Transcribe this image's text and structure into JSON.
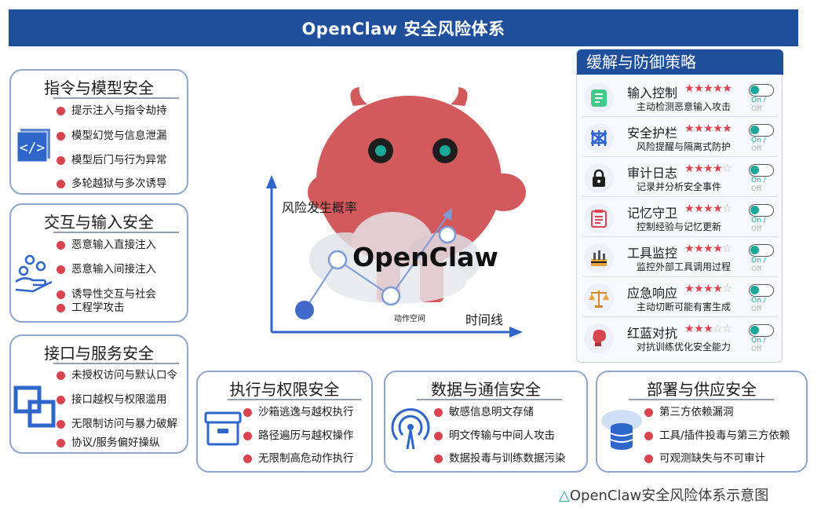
{
  "title": "OpenClaw 安全风险体系",
  "center": {
    "logo": "OpenClaw",
    "y_axis_label": "风险发生概率",
    "x_axis_label": "时间线",
    "point_label": "动作空间"
  },
  "cards": {
    "instruction": {
      "title": "指令与模型安全",
      "items": [
        "提示注入与指令劫持",
        "模型幻觉与信息泄漏",
        "模型后门与行为异常",
        "多轮越狱与多次诱导"
      ]
    },
    "interaction": {
      "title": "交互与输入安全",
      "items": [
        "恶意输入直接注入",
        "恶意输入间接注入",
        "诱导性交互与社会",
        "工程学攻击"
      ]
    },
    "interface": {
      "title": "接口与服务安全",
      "items": [
        "未授权访问与默认口令",
        "接口越权与权限滥用",
        "无限制访问与暴力破解",
        "协议/服务偏好操纵"
      ]
    },
    "execution": {
      "title": "执行与权限安全",
      "items": [
        "沙箱逃逸与越权执行",
        "路径遍历与越权操作",
        "无限制高危动作执行"
      ]
    },
    "data": {
      "title": "数据与通信安全",
      "items": [
        "敏感信息明文存储",
        "明文传输与中间人攻击",
        "数据投毒与训练数据污染"
      ]
    },
    "deploy": {
      "title": "部署与供应安全",
      "items": [
        "第三方依赖漏洞",
        "工具/插件投毒与第三方依赖",
        "可观测缺失与不可审计"
      ]
    }
  },
  "strategies": {
    "title": "缓解与防御策略",
    "toggle_on": "On /",
    "toggle_off": "Off",
    "items": [
      {
        "name": "输入控制",
        "stars": 5,
        "desc": "主动检测恶意输入攻击",
        "icon": "list-icon"
      },
      {
        "name": "安全护栏",
        "stars": 5,
        "desc": "风险提醒与隔离式防护",
        "icon": "fence-icon"
      },
      {
        "name": "审计日志",
        "stars": 4,
        "desc": "记录并分析安全事件",
        "icon": "lock-icon"
      },
      {
        "name": "记忆守卫",
        "stars": 4,
        "desc": "控制经验与记忆更新",
        "icon": "notepad-icon"
      },
      {
        "name": "工具监控",
        "stars": 4,
        "desc": "监控外部工具调用过程",
        "icon": "tools-icon"
      },
      {
        "name": "应急响应",
        "stars": 4,
        "desc": "主动切断可能有害生成",
        "icon": "scale-icon"
      },
      {
        "name": "红蓝对抗",
        "stars": 3,
        "desc": "对抗训练优化安全能力",
        "icon": "boxing-glove-icon"
      }
    ]
  },
  "caption": {
    "mark": "△",
    "text": "OpenClaw安全风险体系示意图"
  },
  "colors": {
    "brand_blue": "#1f4e9b",
    "bullet_red": "#d9454f",
    "mascot_red": "#d25a5c",
    "teal": "#1aa89a"
  }
}
